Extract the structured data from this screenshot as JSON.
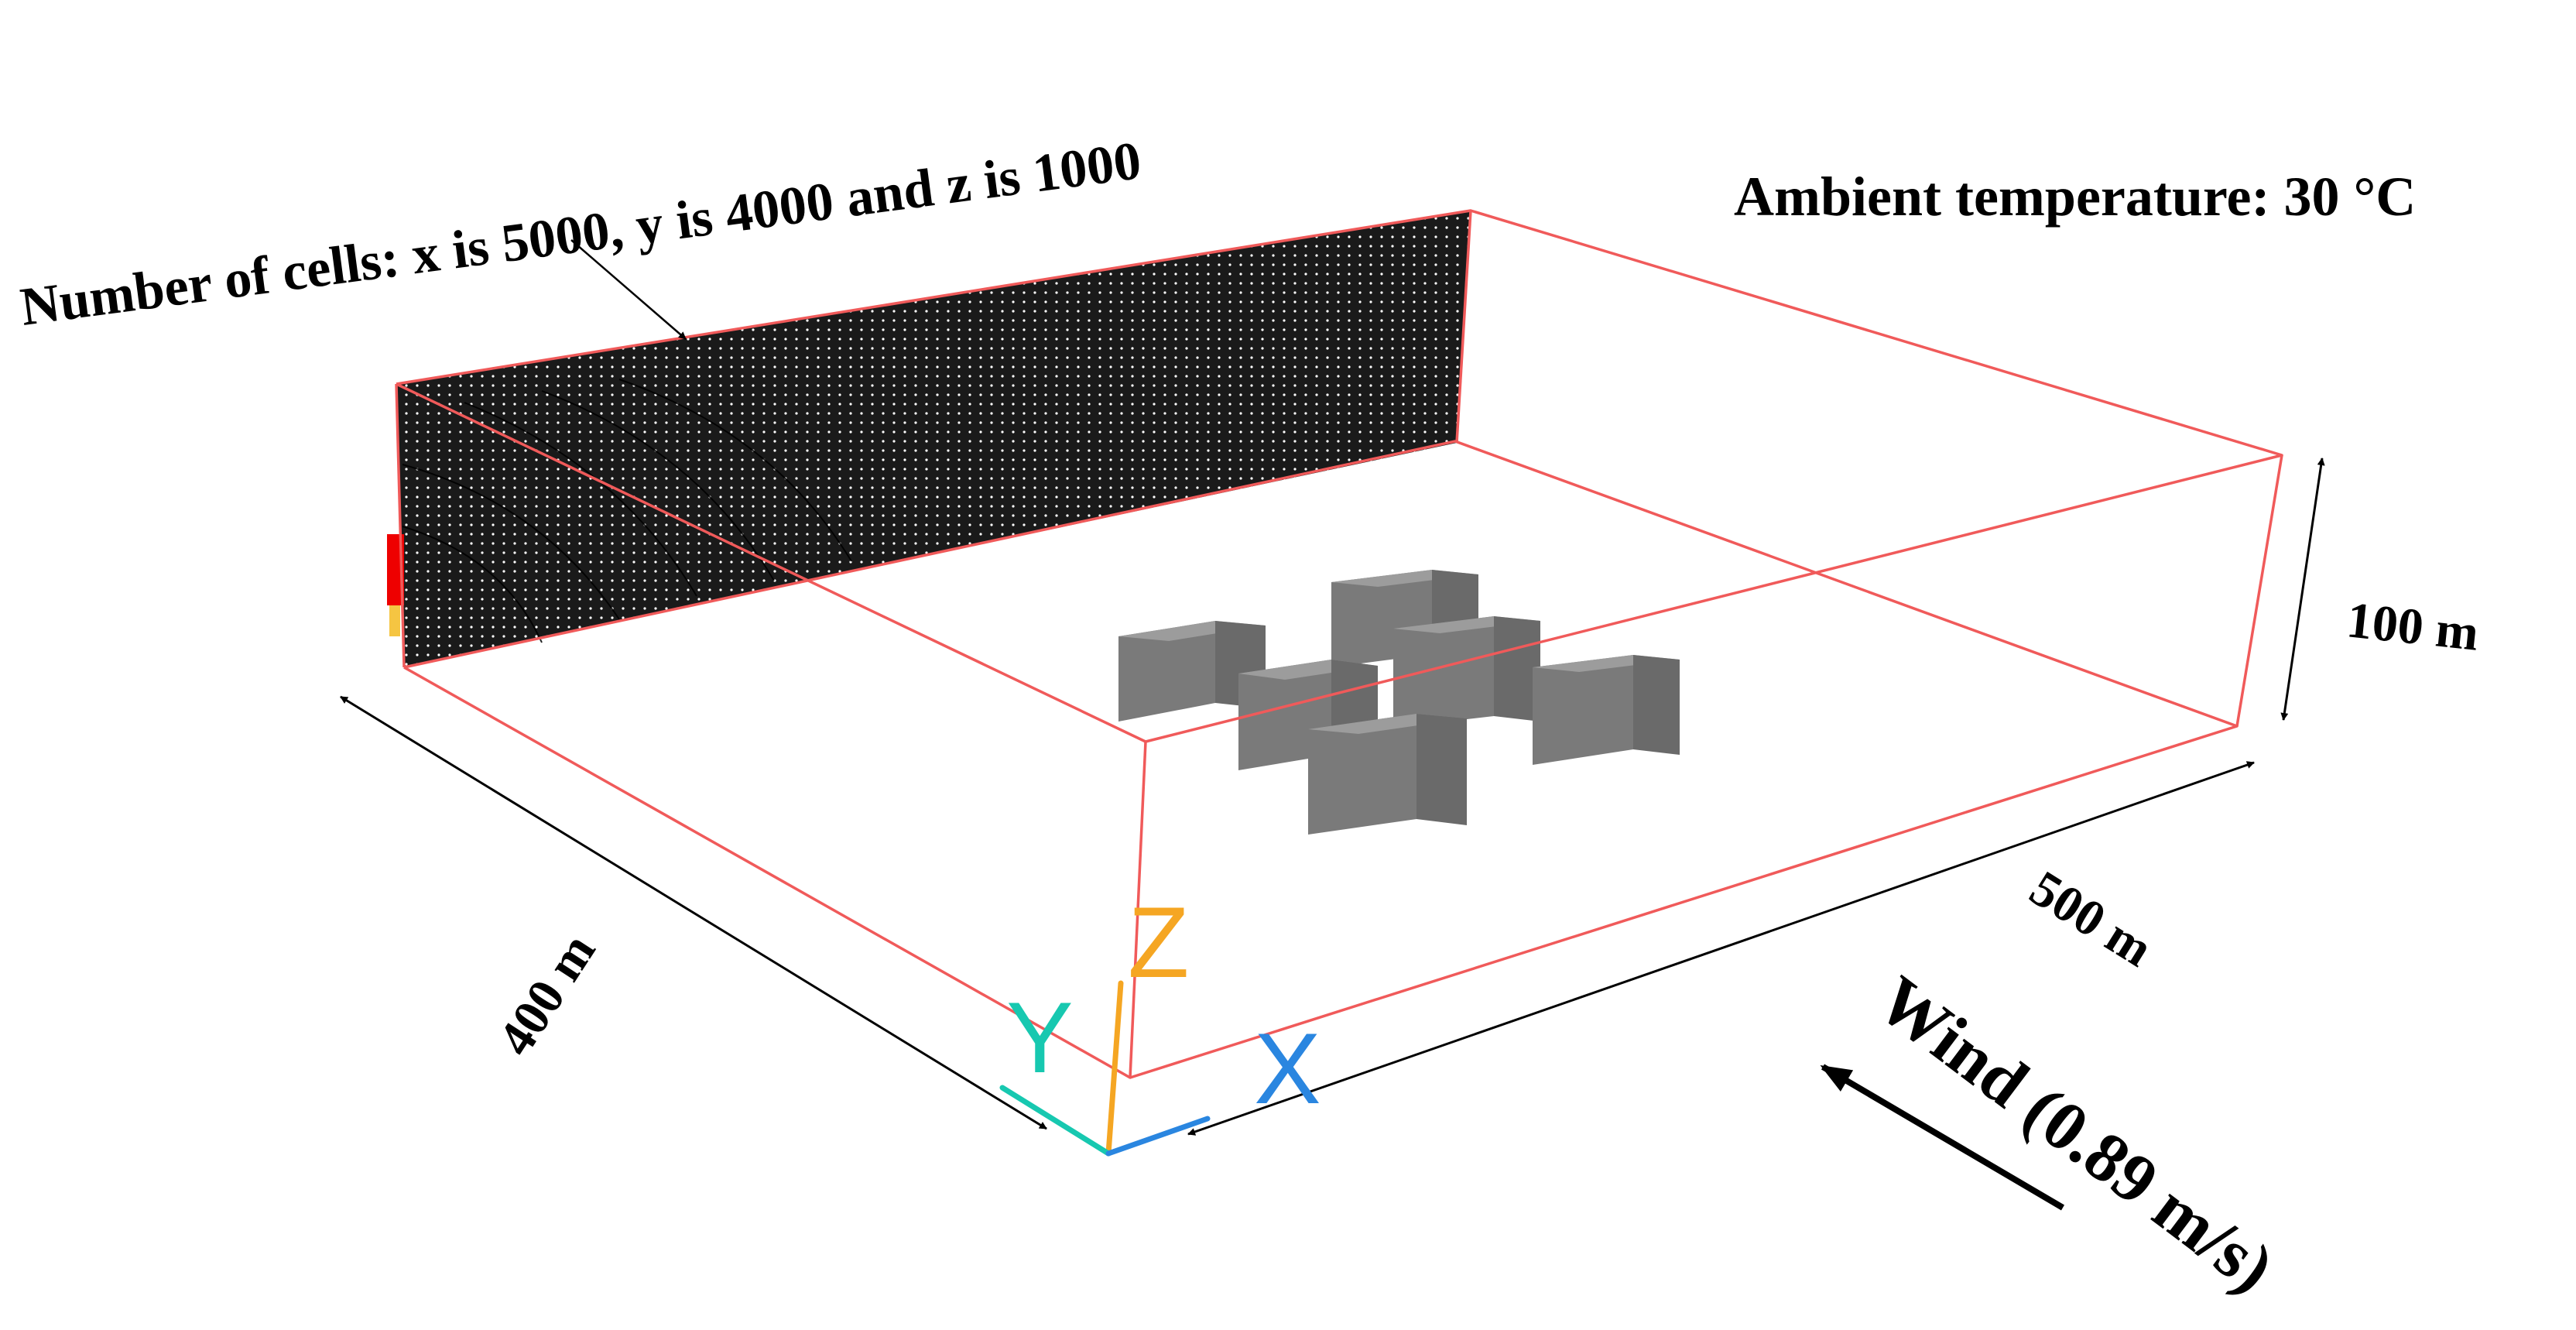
{
  "labels": {
    "cells": "Number of cells: x is 5000, y is 4000 and z is 1000",
    "ambient": "Ambient temperature: 30 °C",
    "height": "100 m",
    "length": "500 m",
    "width": "400 m",
    "wind": "Wind (0.89 m/s)"
  },
  "axes": {
    "x": "X",
    "y": "Y",
    "z": "Z"
  },
  "colors": {
    "domain_edge": "#f05a5a",
    "mesh": "#1a1a1a",
    "building": "#808080",
    "axis_x": "#2a86e0",
    "axis_y": "#17c8b0",
    "axis_z": "#f5a623"
  }
}
